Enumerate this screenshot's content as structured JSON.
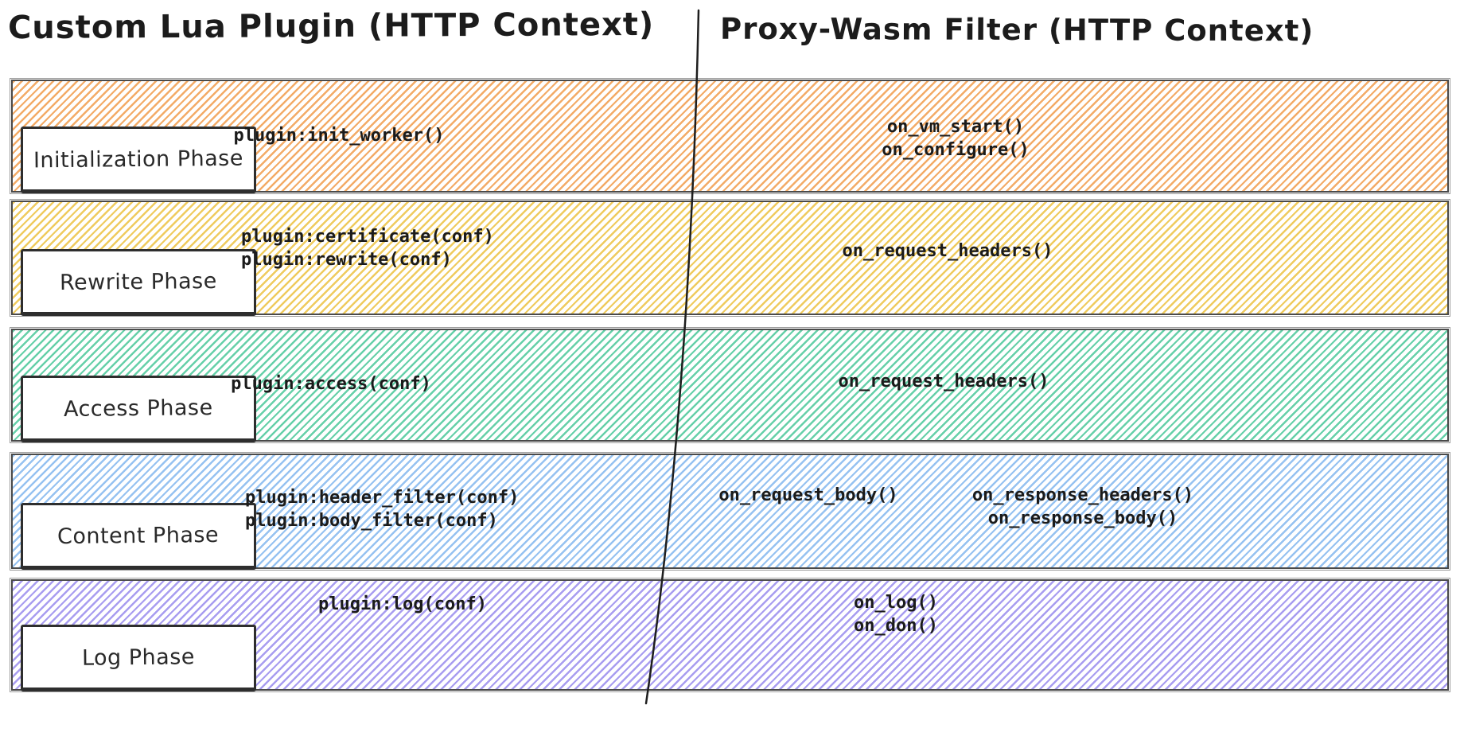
{
  "diagram": {
    "left_title": "Custom Lua Plugin (HTTP Context)",
    "right_title": "Proxy-Wasm Filter (HTTP Context)"
  },
  "divider_color": "#1e1e1e",
  "phases": [
    {
      "label": "Initialization Phase",
      "hatch_color": "#f3ab67",
      "lua_lines": [
        "plugin:init_worker()"
      ],
      "wasm_lines": [
        "on_vm_start()",
        "on_configure()"
      ]
    },
    {
      "label": "Rewrite Phase",
      "hatch_color": "#efcb5e",
      "lua_lines": [
        "plugin:certificate(conf)",
        "plugin:rewrite(conf)"
      ],
      "wasm_lines": [
        "on_request_headers()"
      ]
    },
    {
      "label": "Access Phase",
      "hatch_color": "#66d0a9",
      "lua_lines": [
        "plugin:access(conf)"
      ],
      "wasm_lines": [
        "on_request_headers()"
      ]
    },
    {
      "label": "Content Phase",
      "hatch_color": "#96c2f1",
      "lua_lines": [
        "plugin:header_filter(conf)",
        "plugin:body_filter(conf)"
      ],
      "wasm_lines": [
        "on_request_body()"
      ],
      "wasm_lines_right": [
        "on_response_headers()",
        "on_response_body()"
      ]
    },
    {
      "label": "Log Phase",
      "hatch_color": "#a89df0",
      "lua_lines": [
        "plugin:log(conf)"
      ],
      "wasm_lines": [
        "on_log()",
        "on_don()"
      ]
    }
  ]
}
